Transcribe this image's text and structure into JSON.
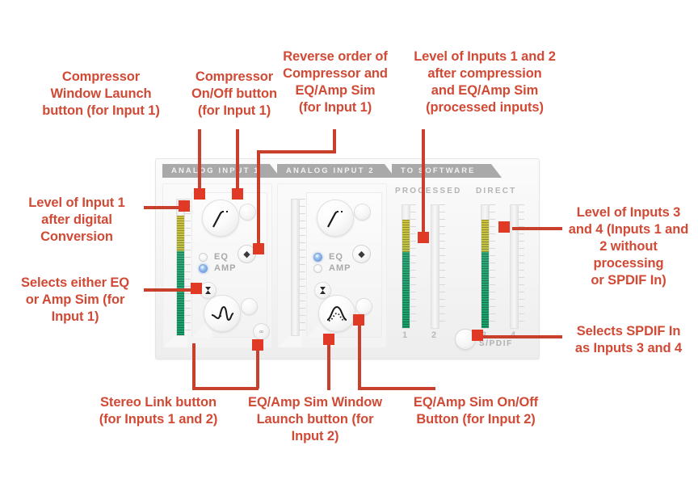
{
  "annotations": [
    {
      "key": "compressor_window_launch",
      "text": "Compressor\nWindow Launch\nbutton (for Input 1)"
    },
    {
      "key": "compressor_onoff",
      "text": "Compressor\nOn/Off button\n(for Input 1)"
    },
    {
      "key": "reverse_order",
      "text": "Reverse order of\nCompressor and\nEQ/Amp Sim\n(for Input 1)"
    },
    {
      "key": "level_processed",
      "text": "Level of Inputs 1 and 2\nafter compression\nand EQ/Amp Sim\n(processed inputs)"
    },
    {
      "key": "level_input1",
      "text": "Level of Input 1\nafter digital\nConversion"
    },
    {
      "key": "selects_eq_amp",
      "text": "Selects either EQ\nor Amp Sim (for\nInput 1)"
    },
    {
      "key": "level_inputs34",
      "text": "Level of Inputs 3\nand 4 (Inputs 1 and\n2 without processing\nor SPDIF In)"
    },
    {
      "key": "selects_spdif",
      "text": "Selects SPDIF In\nas Inputs 3 and 4"
    },
    {
      "key": "stereo_link",
      "text": "Stereo Link button\n(for Inputs 1 and 2)"
    },
    {
      "key": "eq_window_launch",
      "text": "EQ/Amp Sim Window\nLaunch button (for\nInput 2)"
    },
    {
      "key": "eq_onoff",
      "text": "EQ/Amp Sim On/Off\nButton (for Input 2)"
    }
  ],
  "callouts": {
    "compressor_window_launch": "Compressor\nWindow Launch\nbutton (for Input 1)",
    "compressor_onoff": "Compressor\nOn/Off button\n(for Input 1)",
    "reverse_order": "Reverse order of\nCompressor and\nEQ/Amp Sim\n(for Input 1)",
    "level_processed": "Level of Inputs 1 and 2\nafter compression\nand EQ/Amp Sim\n(processed inputs)",
    "level_input1": "Level of Input 1\nafter digital\nConversion",
    "selects_eq_amp": "Selects either EQ\nor Amp Sim (for\nInput 1)",
    "level_inputs34": "Level of Inputs 3\nand 4 (Inputs 1 and\n2 without processing\nor SPDIF In)",
    "selects_spdif": "Selects SPDIF In\nas Inputs 3 and 4",
    "stereo_link": "Stereo Link button\n(for Inputs 1 and 2)",
    "eq_window_launch": "EQ/Amp Sim Window\nLaunch button (for\nInput 2)",
    "eq_onoff": "EQ/Amp Sim On/Off\nButton (for Input 2)"
  },
  "device": {
    "tabs": [
      {
        "id": "analog-input-1",
        "label": "ANALOG INPUT 1"
      },
      {
        "id": "analog-input-2",
        "label": "ANALOG INPUT 2"
      },
      {
        "id": "to-software",
        "label": "TO SOFTWARE"
      }
    ],
    "input1": {
      "compressor_icon": "compressor-curve-icon",
      "eqamp_icon": "eq-curve-icon",
      "radio": [
        {
          "label": "EQ",
          "selected": false
        },
        {
          "label": "AMP",
          "selected": true
        }
      ],
      "meter": {
        "label": "",
        "level_pct": 62,
        "peak_pct": 88
      }
    },
    "input2": {
      "compressor_icon": "compressor-curve-icon",
      "eqamp_icon": "eq-bell-curve-icon",
      "radio": [
        {
          "label": "EQ",
          "selected": true
        },
        {
          "label": "AMP",
          "selected": false
        }
      ],
      "meter": {
        "label": "",
        "level_pct": 0,
        "peak_pct": 0
      }
    },
    "to_software": {
      "groups": [
        {
          "id": "processed",
          "label": "PROCESSED"
        },
        {
          "id": "direct",
          "label": "DIRECT"
        }
      ],
      "meters": [
        {
          "id": "meter-1",
          "number": "1",
          "group": "processed",
          "level_pct": 62,
          "peak_pct": 88
        },
        {
          "id": "meter-2",
          "number": "2",
          "group": "processed",
          "level_pct": 0,
          "peak_pct": 0
        },
        {
          "id": "meter-3",
          "number": "3",
          "group": "direct",
          "level_pct": 62,
          "peak_pct": 88
        },
        {
          "id": "meter-4",
          "number": "4",
          "group": "direct",
          "level_pct": 0,
          "peak_pct": 0
        }
      ],
      "spdif_label": "S/PDIF",
      "spdif_pair": "3 — 4"
    },
    "stereo_link_glyph": "∞"
  },
  "colors": {
    "annotation_text": "#d04a36",
    "leader_line": "#c8402c",
    "node": "#e03a26",
    "tab_bg": "#a9a9a9",
    "meter_green": "#19a06a",
    "meter_yellow": "#cfc33a",
    "radio_on": "#5b8fd6",
    "panel_bg": "#f5f5f5"
  }
}
